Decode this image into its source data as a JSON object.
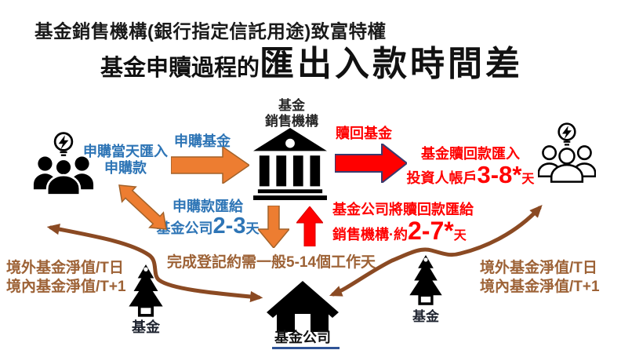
{
  "title": {
    "line1": "基金銷售機構(銀行指定信託用途)致富特權",
    "line2_prefix": "基金申贖過程的",
    "line2_emphasis": "匯出入款時間差"
  },
  "nodes": {
    "sales_org_line1": "基金",
    "sales_org_line2": "銷售機構",
    "fund_company": "基金公司",
    "fund_left": "基金",
    "fund_right": "基金"
  },
  "flows": {
    "subscribe_arrow_label": "申購基金",
    "deposit_line1": "申購當天匯入",
    "deposit_line2": "申購款",
    "remit_line1": "申購款匯給",
    "remit_prefix": "基金公司",
    "remit_days": "2-3",
    "remit_suffix": "天",
    "redeem_arrow_label": "贖回基金",
    "credit_line1": "基金贖回款匯入",
    "credit_prefix": "投資人帳戶",
    "credit_days": "3-8*",
    "credit_suffix": "天",
    "company_remit_line1": "基金公司將贖回款匯給",
    "company_remit_prefix": "銷售機構·約",
    "company_remit_days": "2-7*",
    "company_remit_suffix": "天",
    "registration_note": "完成登記約需一般5-14個工作天",
    "nav_left_line1": "境外基金淨值/T日",
    "nav_left_line2": "境內基金淨值/T+1",
    "nav_right_line1": "境外基金淨值/T日",
    "nav_right_line2": "境內基金淨值/T+1"
  },
  "colors": {
    "blue_text": "#2E75B6",
    "red_text": "#FF0000",
    "brown_text": "#9D6236",
    "orange_arrow": "#ED7D31",
    "red_arrow": "#FF0000",
    "brown_arrow": "#8B4A23",
    "navy_outline": "#3A3A6E",
    "accent_line": "#2F5496"
  }
}
